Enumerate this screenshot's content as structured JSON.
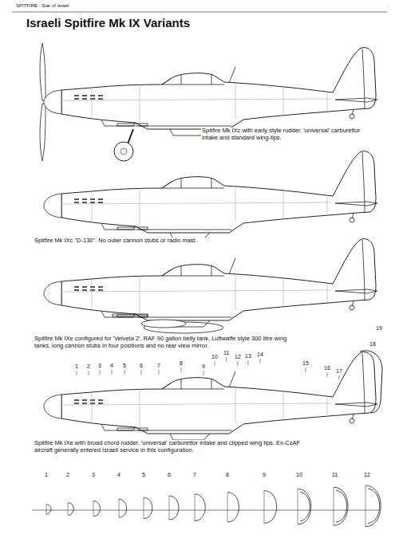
{
  "diagram": {
    "title": "Israeli Spitfire Mk IX Variants",
    "labels": [
      "SPITFIRE - Star of Israel",
      "Spitfire Mk IXc with early style rudder, 'universal' carburettor intake and standard wing-tips.",
      "Spitfire Mk IXc \"D-130\". No outer cannon stubs or radio mast.",
      "Spitfire Mk IXe configured for 'Velveta 2'. RAF 90 gallon belly tank, Luftwaffe style 300 litre wing tanks, long cannon stubs in four positions and no rear view mirror.",
      "Spitfire Mk IXe with broad chord rudder, 'universal' carburettor intake and clipped wing tips. Ex-CzAF aircraft generally entered Israeli service in this configuration.",
      "1",
      "2",
      "3",
      "4",
      "5",
      "6",
      "7",
      "8",
      "9",
      "10",
      "11",
      "12",
      "13",
      "14",
      "15",
      "16",
      "17",
      "18",
      "19",
      "1",
      "2",
      "3",
      "4",
      "5",
      "6",
      "7",
      "8",
      "9",
      "10",
      "11",
      "12"
    ]
  }
}
